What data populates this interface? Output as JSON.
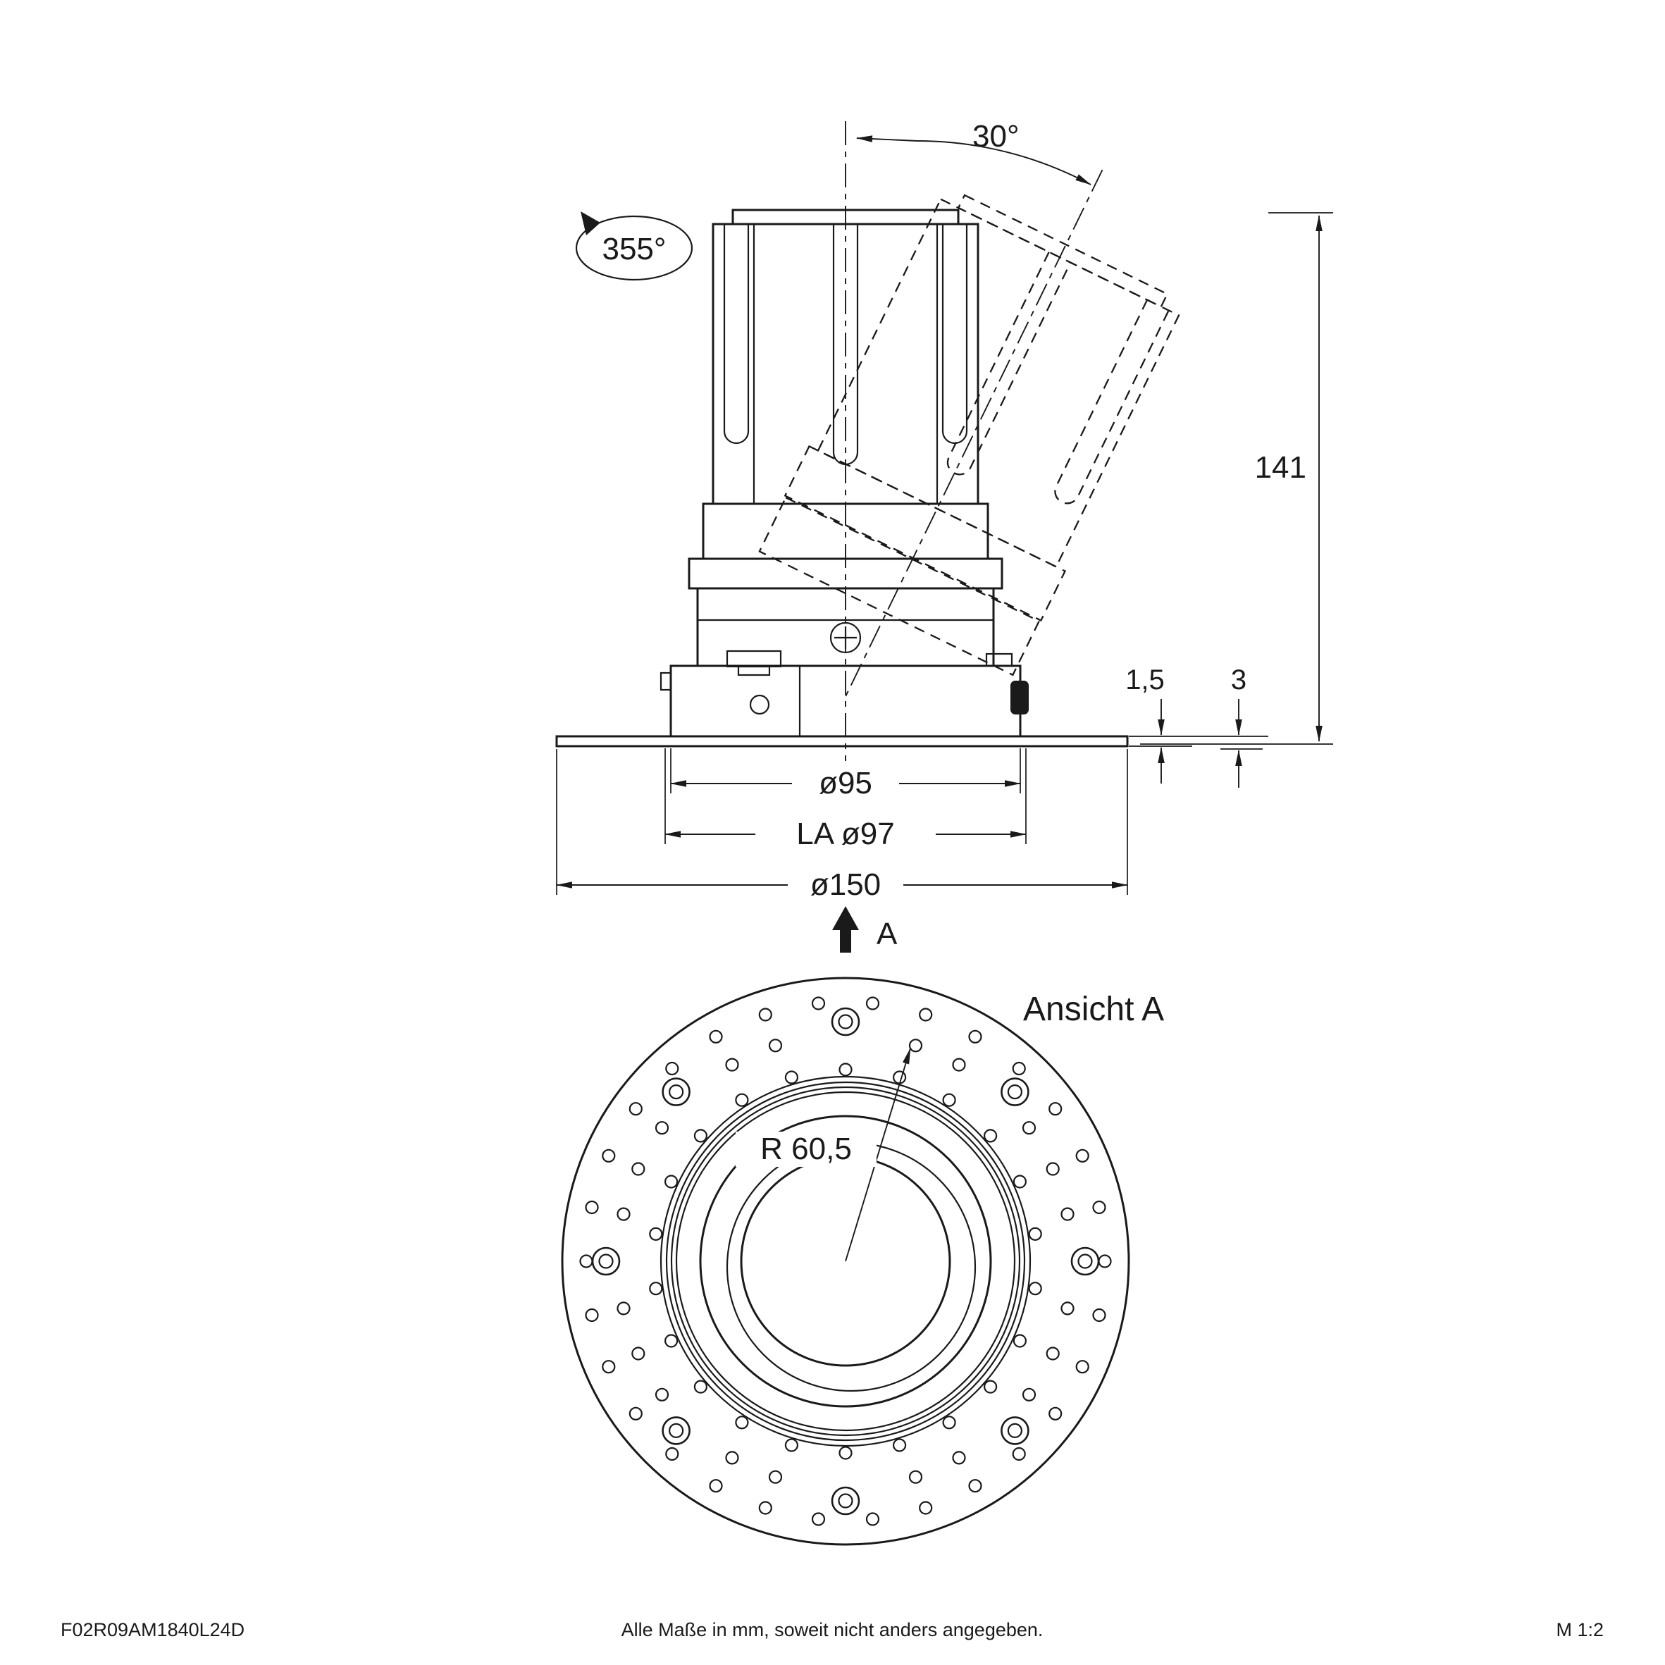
{
  "side_view": {
    "tilt_angle_label": "30°",
    "rotation_angle_label": "355°",
    "height_label": "141",
    "flange_thickness_label": "1,5",
    "recess_depth_label": "3",
    "cutout_diameter_label": "ø95",
    "hole_circle_label": "LA ø97",
    "outer_diameter_label": "ø150",
    "view_direction_label": "A"
  },
  "front_view": {
    "title": "Ansicht A",
    "radius_label": "R 60,5"
  },
  "footer": {
    "article_number": "F02R09AM1840L24D",
    "note": "Alle Maße in mm, soweit nicht anders angegeben.",
    "scale": "M 1:2"
  }
}
